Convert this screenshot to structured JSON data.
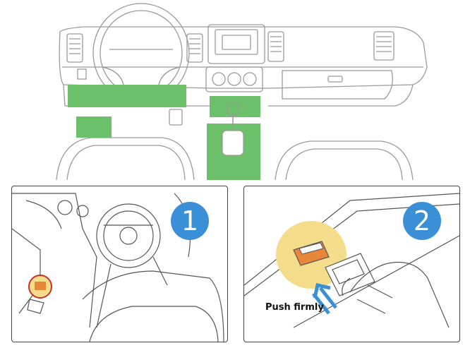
{
  "colors": {
    "highlight_green": "#6cc06a",
    "highlight_yellow": "#f3dd8a",
    "badge_blue": "#3b8fd6",
    "arrow_blue": "#3b8fd6",
    "connector_orange": "#e8873a",
    "marker_red": "#c8312a",
    "line": "#9a9a9a",
    "border": "#444444"
  },
  "panels": [
    {
      "step": "1"
    },
    {
      "step": "2",
      "caption": "Push firmly"
    }
  ]
}
